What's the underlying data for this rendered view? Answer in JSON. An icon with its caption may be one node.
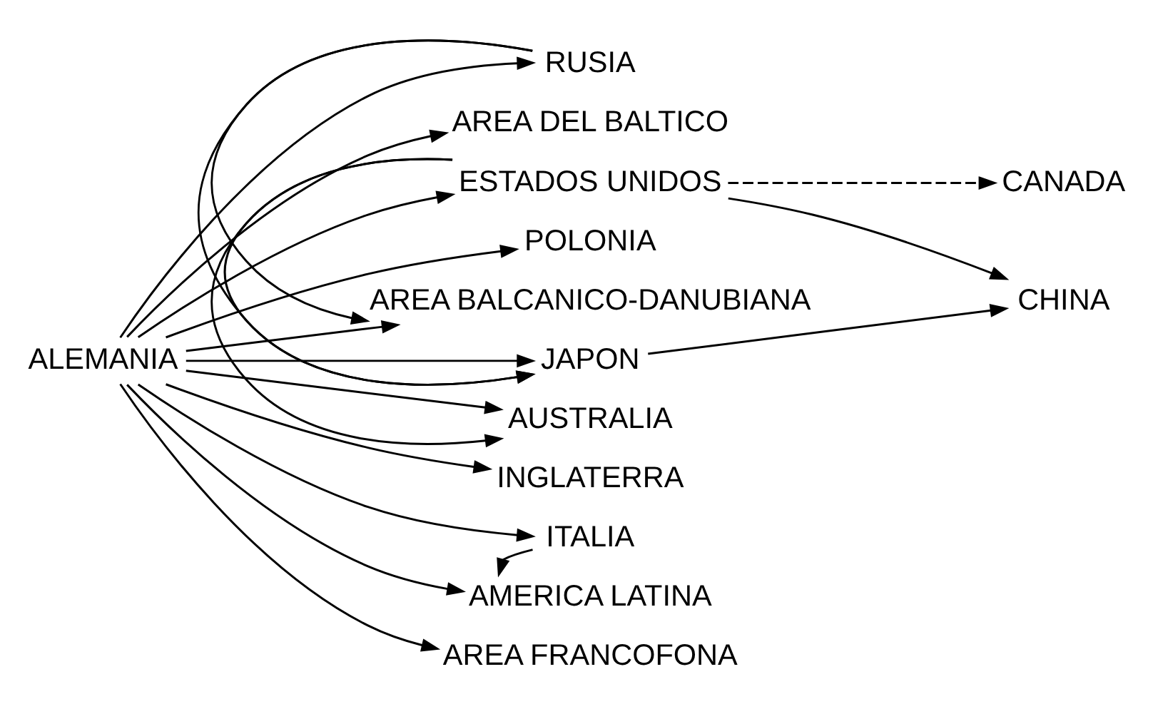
{
  "diagram": {
    "nodes": [
      {
        "text": [
          "ALEMANIA"
        ]
      },
      {
        "text": [
          "AREA DEL BALTICO"
        ]
      },
      {
        "text": [
          "POLONIA"
        ]
      },
      {
        "text": [
          "AREA BALCANICO-DANUBIANA"
        ]
      },
      {
        "text": [
          "RUSIA"
        ]
      },
      {
        "text": [
          "JAPON"
        ]
      },
      {
        "text": [
          "ESTADOS UNIDOS"
        ]
      },
      {
        "text": [
          "AUSTRALIA"
        ]
      },
      {
        "text": [
          "INGLATERRA"
        ]
      },
      {
        "text": [
          "ITALIA"
        ]
      },
      {
        "text": [
          "AMERICA LATINA"
        ]
      },
      {
        "text": [
          "AREA FRANCOFONA"
        ]
      },
      {
        "text": [
          "CHINA"
        ]
      },
      {
        "text": [
          "CANADA"
        ]
      }
    ],
    "edges": [
      {
        "from": 0,
        "to": 1,
        "arrow": "to"
      },
      {
        "from": 0,
        "to": 2,
        "arrow": "to"
      },
      {
        "from": 0,
        "to": 3,
        "arrow": "to"
      },
      {
        "from": 0,
        "to": 4,
        "arrow": "to"
      },
      {
        "from": 0,
        "to": 5,
        "arrow": "to"
      },
      {
        "from": 0,
        "to": 6,
        "arrow": "to"
      },
      {
        "from": 0,
        "to": 7,
        "arrow": "to"
      },
      {
        "from": 0,
        "to": 8,
        "arrow": "to"
      },
      {
        "from": 0,
        "to": 9,
        "arrow": "to"
      },
      {
        "from": 0,
        "to": 10,
        "arrow": "to"
      },
      {
        "from": 0,
        "to": 11,
        "arrow": "to"
      },
      {
        "from": 4,
        "to": 3,
        "arrow": "to"
      },
      {
        "from": 4,
        "to": 5,
        "arrow": "to"
      },
      {
        "from": 6,
        "to": 5,
        "arrow": "to"
      },
      {
        "from": 6,
        "to": 7,
        "arrow": "to"
      },
      {
        "from": 5,
        "to": 12,
        "arrow": "to"
      },
      {
        "from": 6,
        "to": 12,
        "arrow": "to"
      },
      {
        "from": 6,
        "to": 13,
        "arrow": "to",
        "style": "dashed"
      },
      {
        "from": 9,
        "to": 10,
        "arrow": "to"
      }
    ]
  }
}
